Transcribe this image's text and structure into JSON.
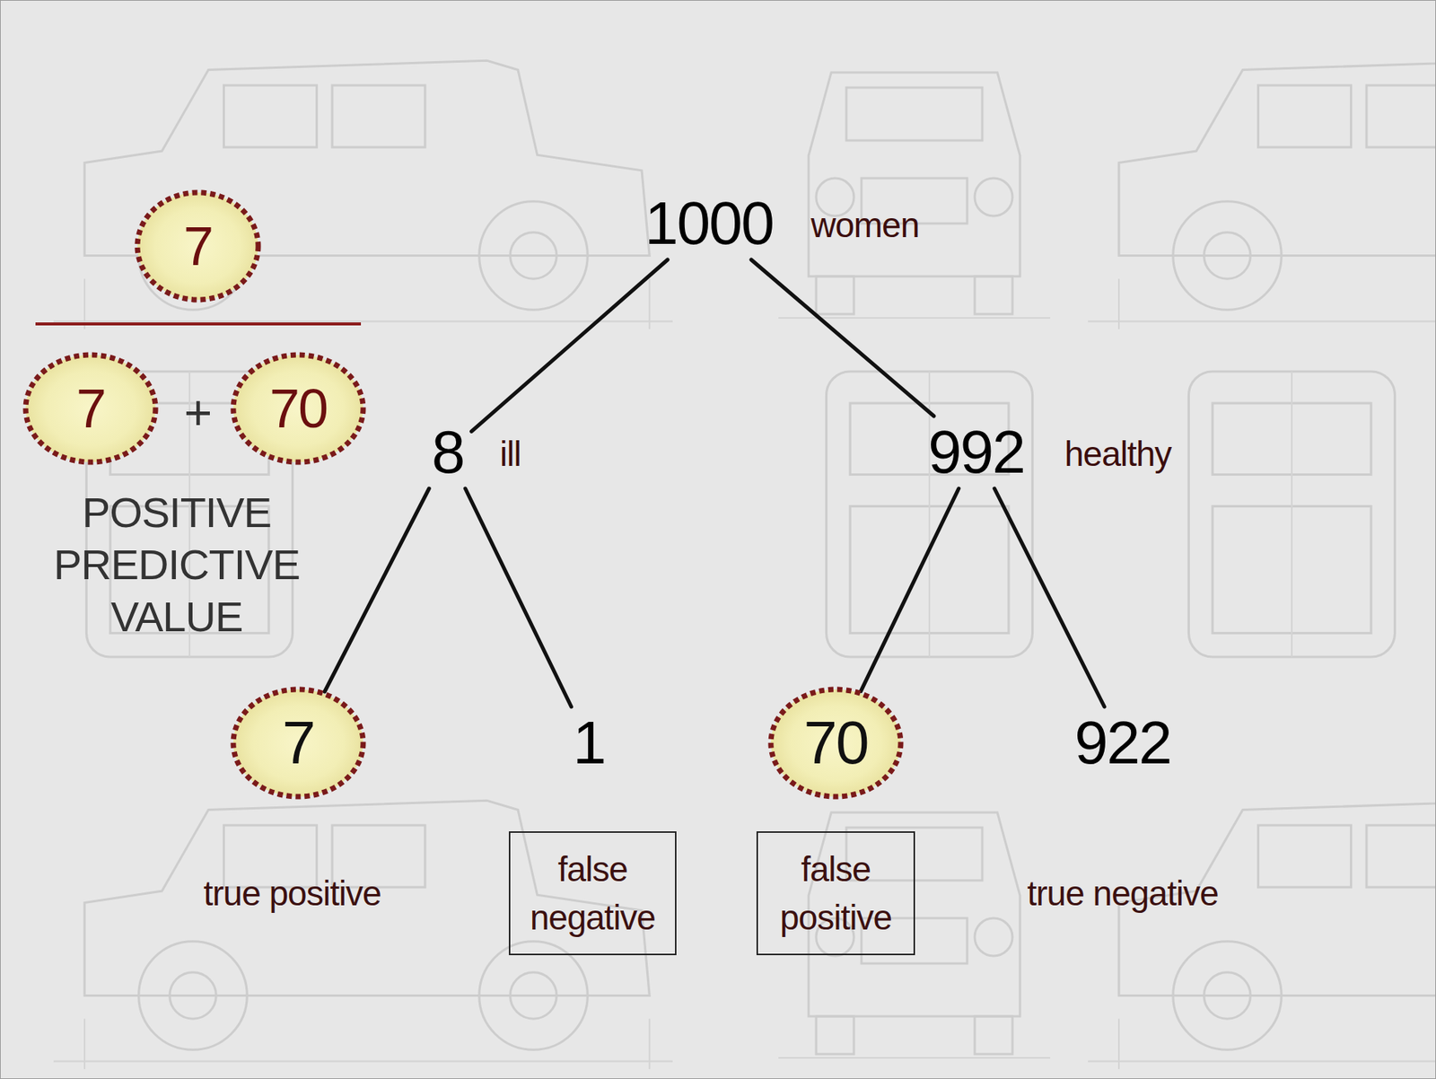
{
  "diagram": {
    "nodes": [
      {
        "text": [
          "7"
        ]
      },
      {
        "text": [
          "1000"
        ]
      },
      {
        "text": [
          "7"
        ]
      },
      {
        "text": [
          "70"
        ]
      },
      {
        "text": [
          "8"
        ]
      },
      {
        "text": [
          "992"
        ]
      },
      {
        "text": [
          "7"
        ]
      },
      {
        "text": [
          "1"
        ]
      },
      {
        "text": [
          "70"
        ]
      },
      {
        "text": [
          "922"
        ]
      },
      {
        "text": [
          "false negative"
        ]
      },
      {
        "text": [
          "false positive"
        ]
      }
    ],
    "edges": [
      {
        "from": 1,
        "to": 4,
        "arrow": "none"
      },
      {
        "from": 1,
        "to": 5,
        "arrow": "none"
      },
      {
        "from": 4,
        "to": 6,
        "arrow": "none"
      },
      {
        "from": 4,
        "to": 7,
        "arrow": "none"
      },
      {
        "from": 5,
        "to": 8,
        "arrow": "none"
      },
      {
        "from": 5,
        "to": 9,
        "arrow": "none"
      }
    ],
    "labels": [
      "women",
      "+",
      "ill",
      "healthy",
      "POSITIVE PREDICTIVE VALUE",
      "true positive",
      "true negative"
    ]
  }
}
